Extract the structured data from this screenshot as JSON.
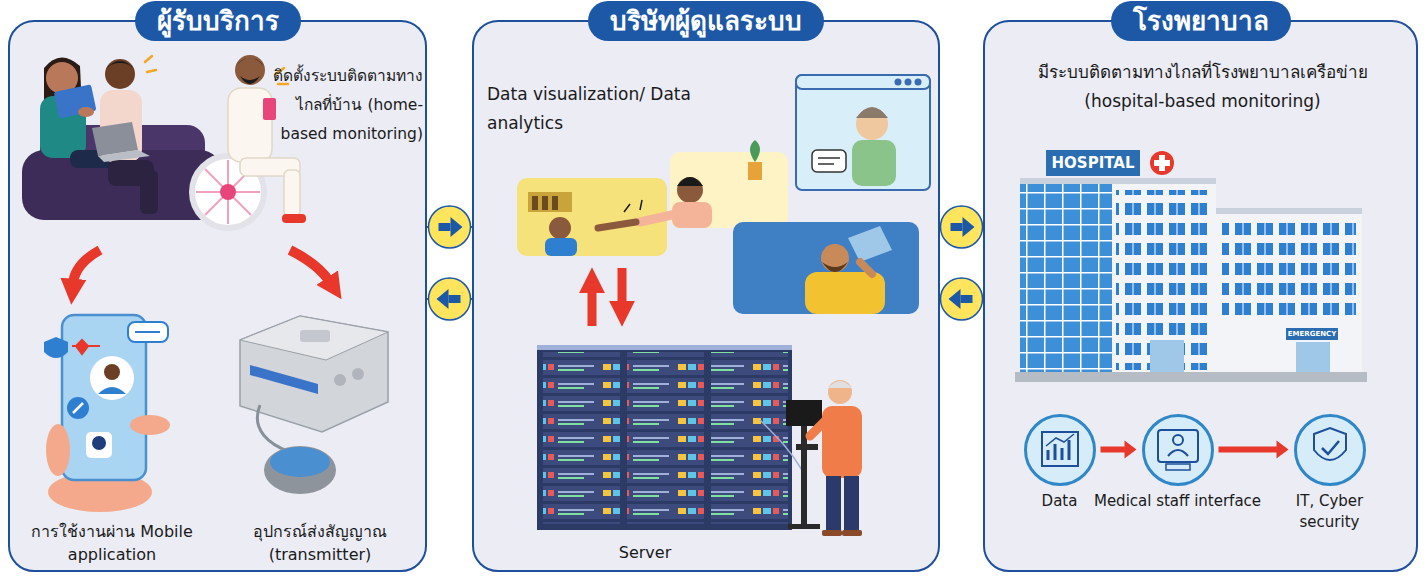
{
  "diagram": {
    "nodes": [
      {
        "text": [
          "ผู้รับบริการ",
          "ติดตั้งระบบติดตามทางไกลที่บ้าน (home-based monitoring)"
        ]
      },
      {
        "text": [
          "บริษัทผู้ดูแลระบบ",
          "Data visualization/ Data analytics"
        ]
      },
      {
        "text": [
          "โรงพยาบาล",
          "มีระบบติดตามทางไกลที่โรงพยาบาลเครือข่าย (hospital-based monitoring)"
        ]
      },
      {
        "text": [
          "Data"
        ],
        "in": 2
      },
      {
        "text": [
          "Medical staff interface"
        ],
        "in": 2
      },
      {
        "text": [
          "IT, Cyber security"
        ],
        "in": 2
      }
    ],
    "edges": [
      {
        "from": 0,
        "to": 1,
        "arrow": "to"
      },
      {
        "from": 1,
        "to": 0,
        "arrow": "to"
      },
      {
        "from": 1,
        "to": 2,
        "arrow": "to"
      },
      {
        "from": 2,
        "to": 1,
        "arrow": "to"
      },
      {
        "from": 3,
        "to": 4,
        "arrow": "to"
      },
      {
        "from": 4,
        "to": 5,
        "arrow": "to"
      }
    ],
    "labels": [
      "การใช้งานผ่าน Mobile application",
      "อุปกรณ์ส่งสัญญาณ (transmitter)",
      "Server",
      "HOSPITAL",
      "EMERGENCY"
    ]
  }
}
